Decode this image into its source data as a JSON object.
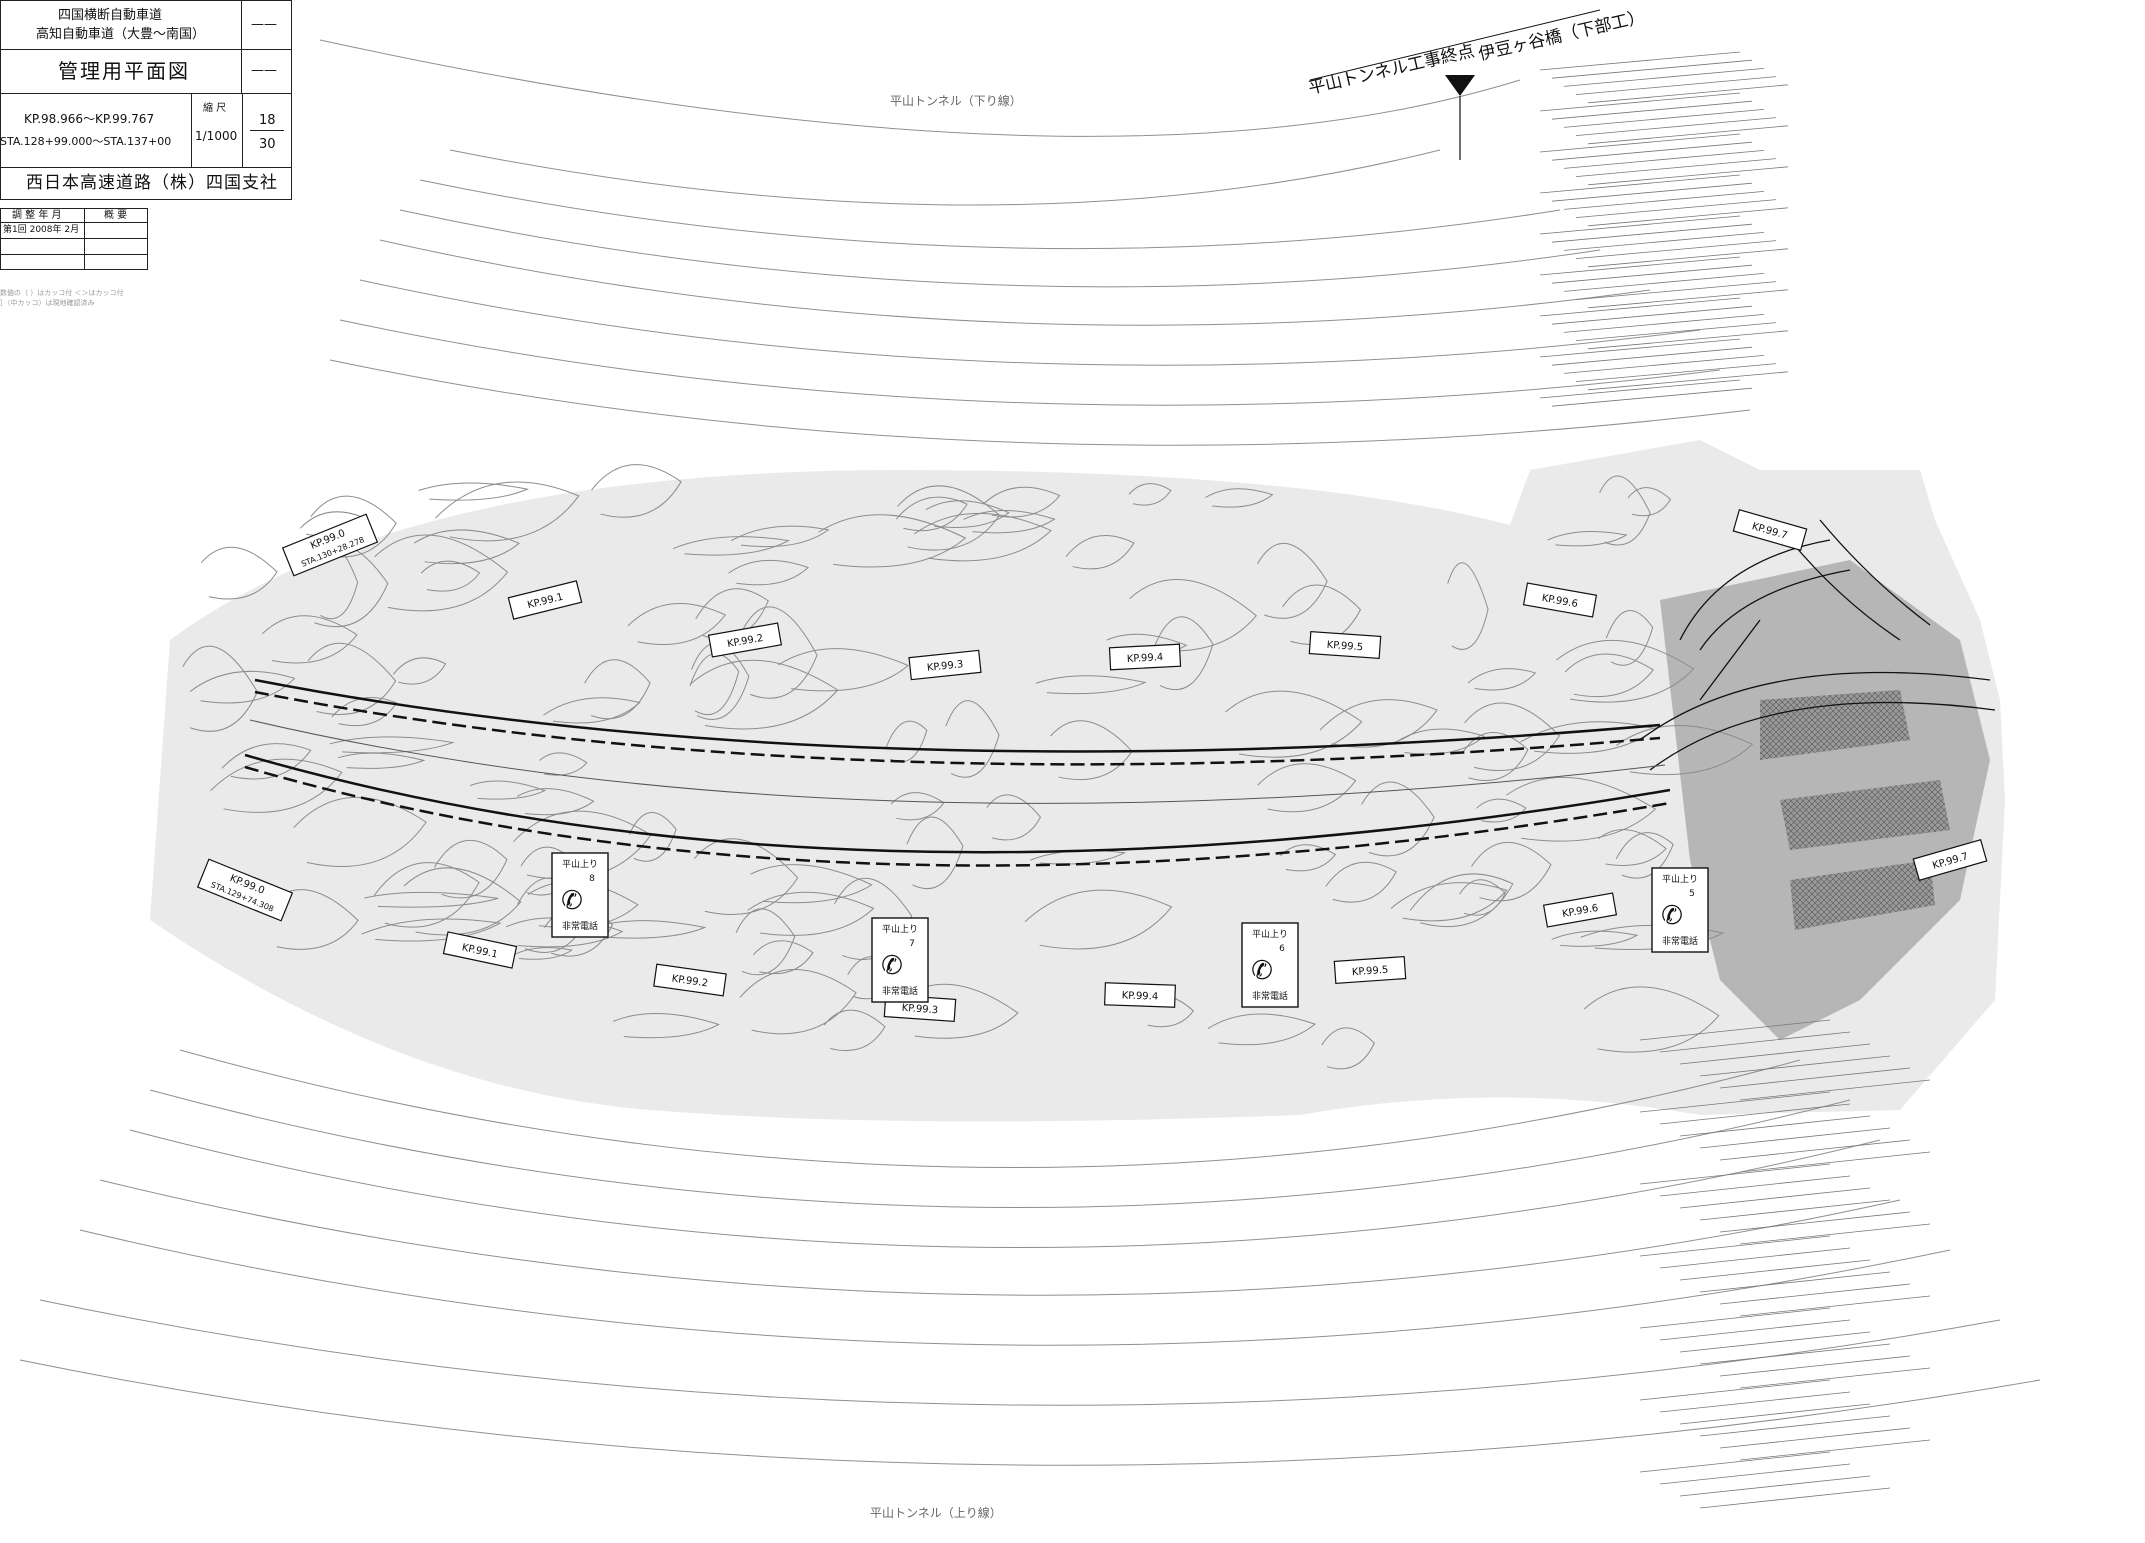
{
  "title_block": {
    "route_line1": "四国横断自動車道",
    "route_line2": "高知自動車道（大豊〜南国）",
    "drawing_name": "管理用平面図",
    "kp_range": "KP.98.966〜KP.99.767",
    "sta_range": "STA.128+99.000〜STA.137+00",
    "scale_header": "縮 尺",
    "scale_value": "1/1000",
    "sheet_number": "18",
    "sheet_total": "30",
    "dash1": "——",
    "dash2": "——",
    "company": "西日本高速道路（株）四国支社",
    "revision_header_date": "調 整 年 月",
    "revision_header_summary": "概 要",
    "revision_row1_date": "第1回 2008年 2月",
    "note_line1": "数値の（ ）はカッコ付 ＜＞はカッコ付",
    "note_line2": "］（中カッコ）は現地確認済み"
  },
  "top_labels": {
    "tunnel_down": "平山トンネル（下り線）",
    "tunnel_up": "平山トンネル（上り線）",
    "tunnel_end_marker": "平山トンネル工事終点",
    "bridge_name": "伊豆ヶ谷橋（下部工）"
  },
  "kp_markers": [
    {
      "id": "kp1",
      "label": "KP.99.0",
      "sub": "STA.130+28.278"
    },
    {
      "id": "kp2",
      "label": "KP.99.1"
    },
    {
      "id": "kp3",
      "label": "KP.99.2"
    },
    {
      "id": "kp4",
      "label": "KP.99.3"
    },
    {
      "id": "kp5",
      "label": "KP.99.4"
    },
    {
      "id": "kp6",
      "label": "KP.99.5"
    },
    {
      "id": "kp7",
      "label": "KP.99.6"
    },
    {
      "id": "kp8",
      "label": "KP.99.7"
    },
    {
      "id": "kp9",
      "label": "KP.99.0",
      "sub": "STA.129+74.308"
    },
    {
      "id": "kp10",
      "label": "KP.99.1"
    },
    {
      "id": "kp11",
      "label": "KP.99.2"
    },
    {
      "id": "kp12",
      "label": "KP.99.3"
    },
    {
      "id": "kp13",
      "label": "KP.99.4"
    },
    {
      "id": "kp14",
      "label": "KP.99.5"
    },
    {
      "id": "kp15",
      "label": "KP.99.6"
    },
    {
      "id": "kp16",
      "label": "KP.99.7"
    }
  ],
  "phones": [
    {
      "id": "ph1",
      "name": "平山上り",
      "num": "8",
      "type": "非常電話"
    },
    {
      "id": "ph2",
      "name": "平山上り",
      "num": "7",
      "type": "非常電話"
    },
    {
      "id": "ph3",
      "name": "平山上り",
      "num": "6",
      "type": "非常電話"
    },
    {
      "id": "ph4",
      "name": "平山上り",
      "num": "5",
      "type": "非常電話"
    }
  ],
  "colors": {
    "line": "#111111",
    "contour": "#8c8c8c",
    "faint": "#b5b5b5",
    "hatch": "#6e6e6e"
  }
}
